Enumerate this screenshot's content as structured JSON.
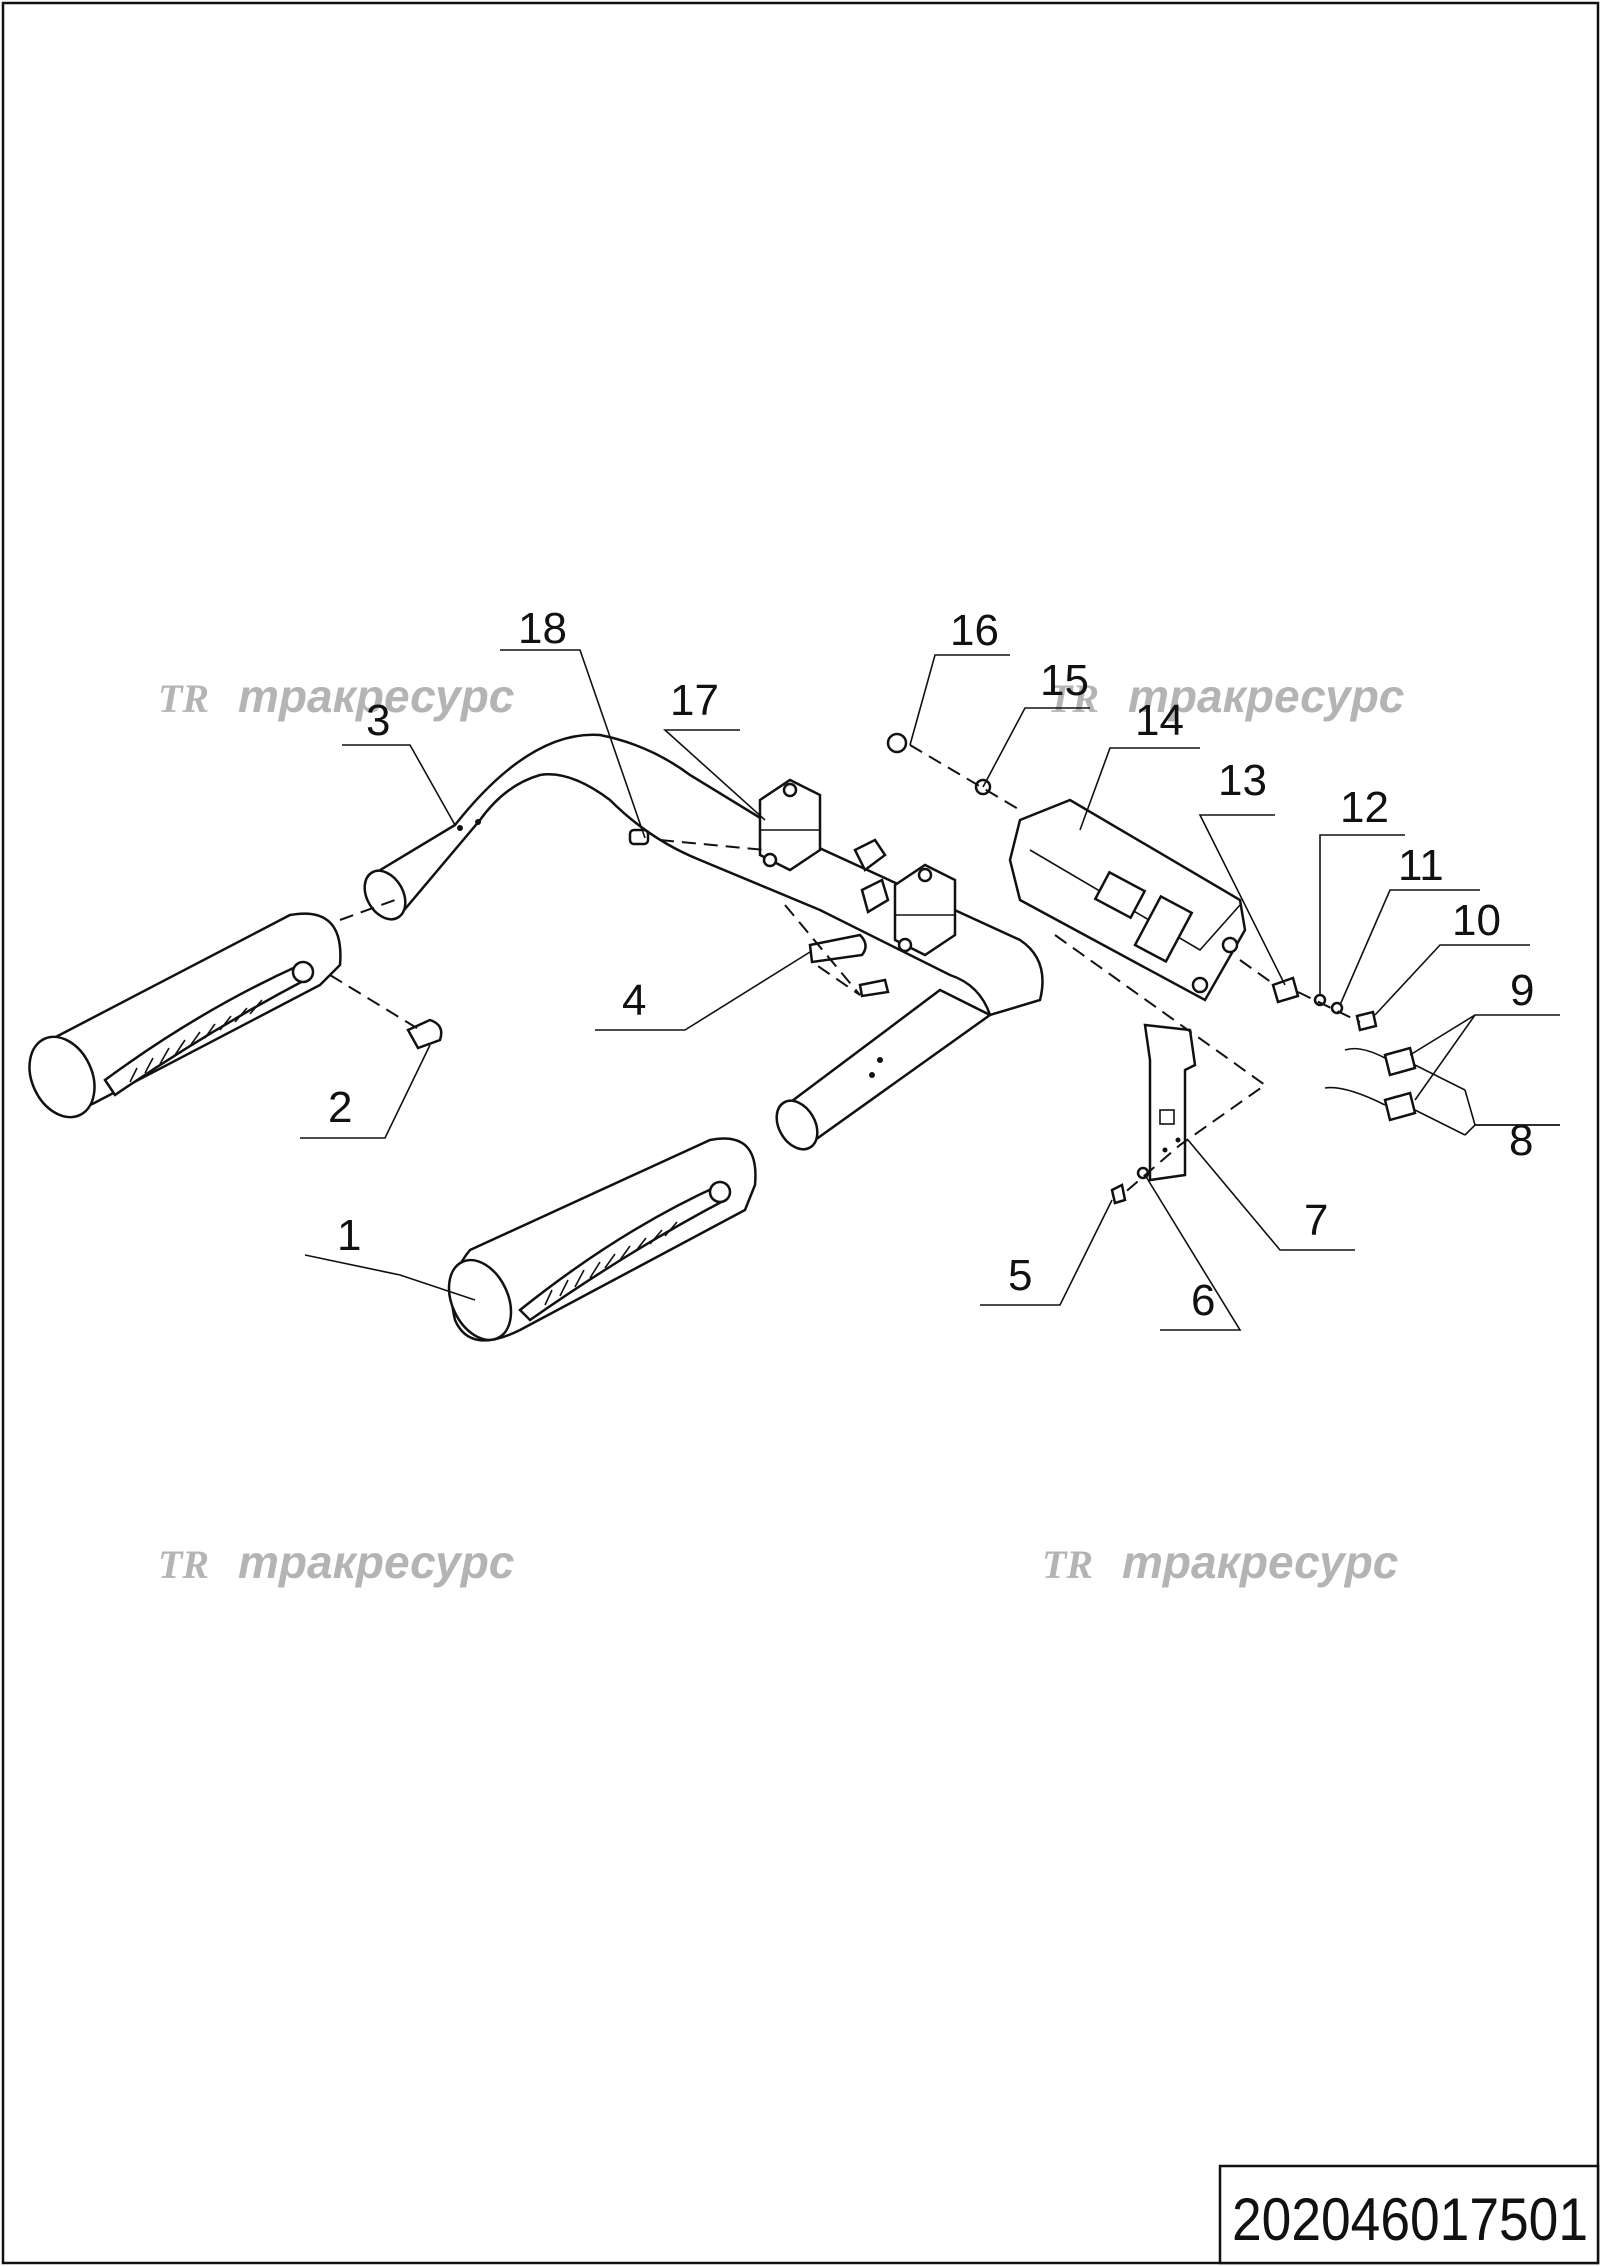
{
  "drawing_number": "202046017501",
  "watermark": {
    "logo": "TR",
    "text": "тракресурс"
  },
  "callouts": [
    "1",
    "2",
    "3",
    "4",
    "5",
    "6",
    "7",
    "8",
    "9",
    "10",
    "11",
    "12",
    "13",
    "14",
    "15",
    "16",
    "17",
    "18"
  ]
}
